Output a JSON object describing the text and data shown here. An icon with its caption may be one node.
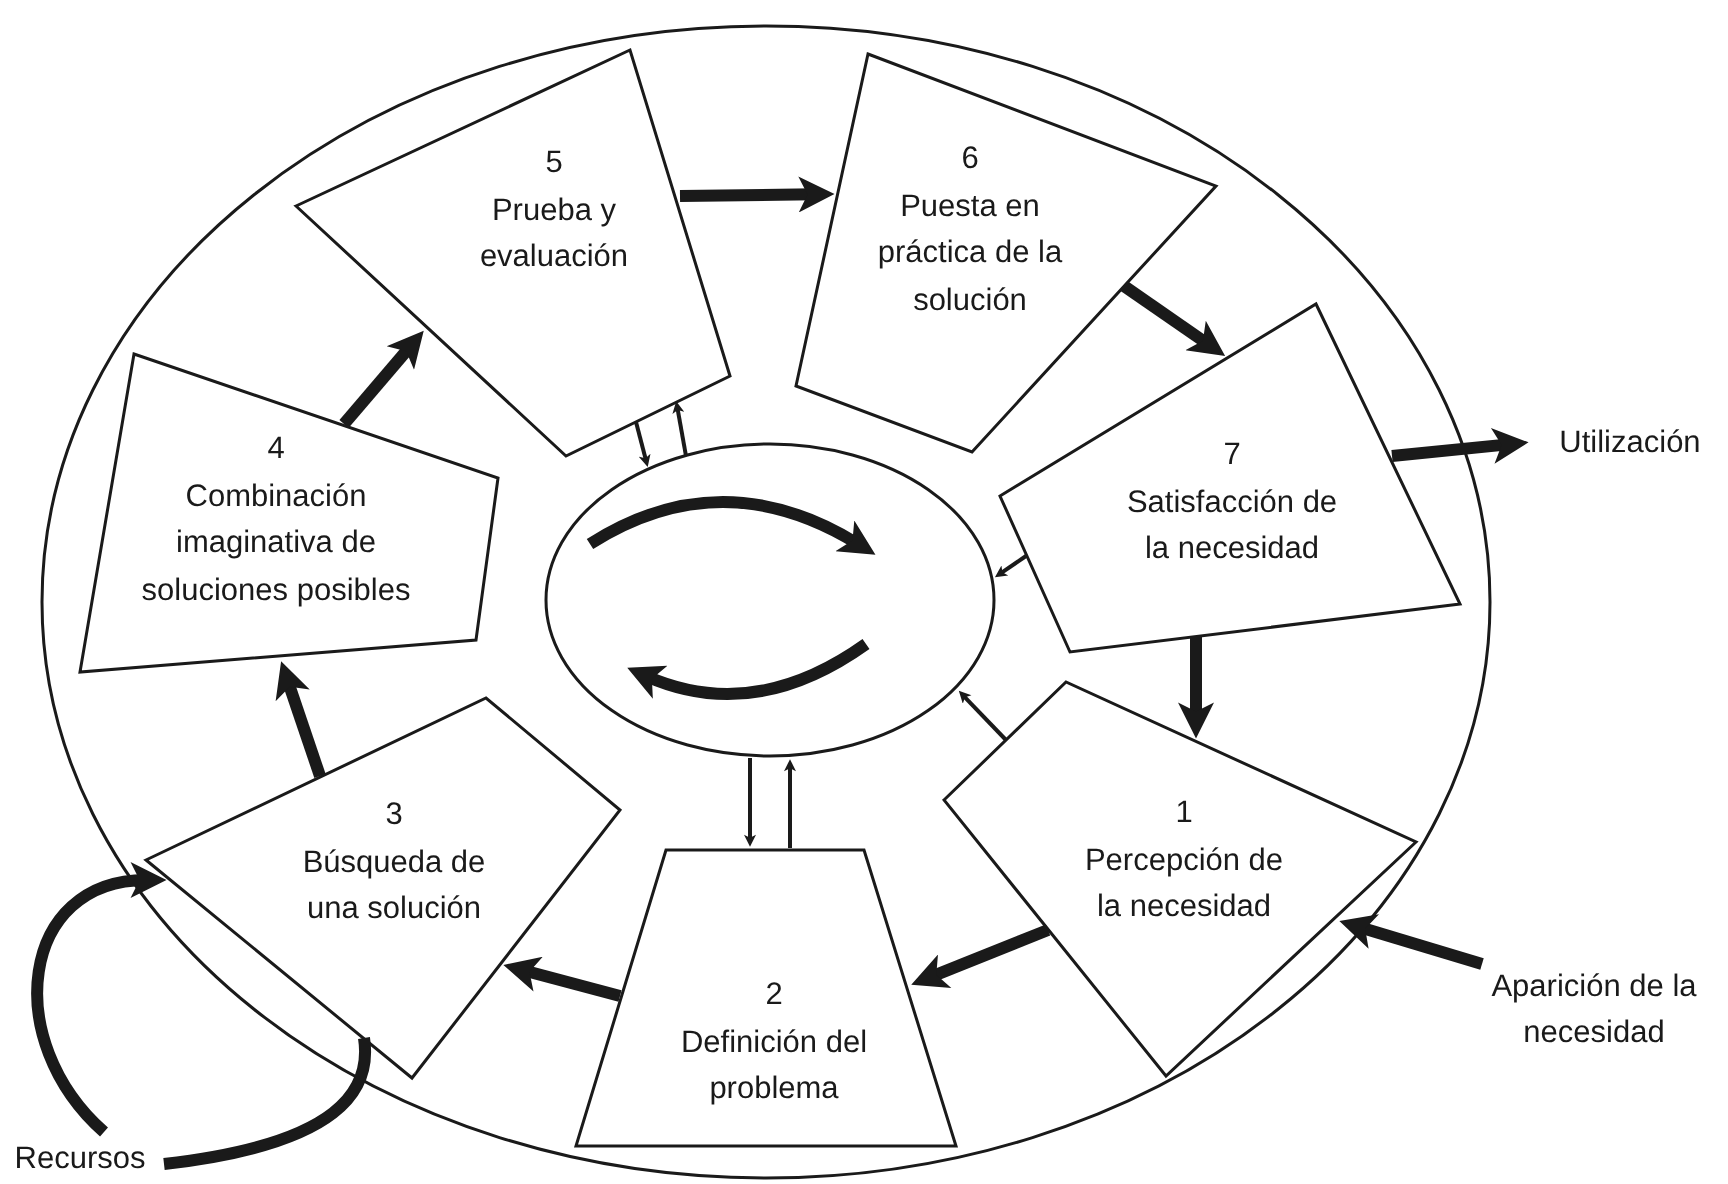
{
  "diagram": {
    "nodes": [
      {
        "text": [
          "1",
          "Percepción de la necesidad"
        ]
      },
      {
        "text": [
          "2",
          "Definición del problema"
        ]
      },
      {
        "text": [
          "3",
          "Búsqueda de una solución"
        ]
      },
      {
        "text": [
          "4",
          "Combinación imaginativa de soluciones posibles"
        ]
      },
      {
        "text": [
          "5",
          "Prueba y evaluación"
        ]
      },
      {
        "text": [
          "6",
          "Puesta en práctica de la solución"
        ]
      },
      {
        "text": [
          "7",
          "Satisfacción de la necesidad"
        ]
      },
      {
        "text": [],
        "shape": "circle"
      },
      {
        "text": [
          "Utilización"
        ]
      },
      {
        "text": [
          "Aparición de la necesidad"
        ]
      },
      {
        "text": [
          "Recursos"
        ]
      }
    ],
    "edges": [
      {
        "from": 6,
        "to": 0,
        "arrow": "to"
      },
      {
        "from": 0,
        "to": 1,
        "arrow": "to"
      },
      {
        "from": 1,
        "to": 2,
        "arrow": "to"
      },
      {
        "from": 2,
        "to": 3,
        "arrow": "to"
      },
      {
        "from": 3,
        "to": 4,
        "arrow": "to"
      },
      {
        "from": 4,
        "to": 5,
        "arrow": "to"
      },
      {
        "from": 5,
        "to": 6,
        "arrow": "to"
      },
      {
        "from": 6,
        "to": 8,
        "arrow": "to"
      },
      {
        "from": 9,
        "to": 0,
        "arrow": "to"
      },
      {
        "from": 4,
        "to": 7,
        "arrow": "to"
      },
      {
        "from": 7,
        "to": 4,
        "arrow": "to"
      },
      {
        "from": 7,
        "to": 1,
        "arrow": "to"
      },
      {
        "from": 1,
        "to": 7,
        "arrow": "to"
      },
      {
        "from": 6,
        "to": 7,
        "arrow": "to"
      },
      {
        "from": 0,
        "to": 7,
        "arrow": "to"
      },
      {
        "from": 10,
        "to": 2,
        "arrow": "to"
      },
      {
        "from": 10,
        "to": 2,
        "arrow": "none"
      }
    ]
  }
}
